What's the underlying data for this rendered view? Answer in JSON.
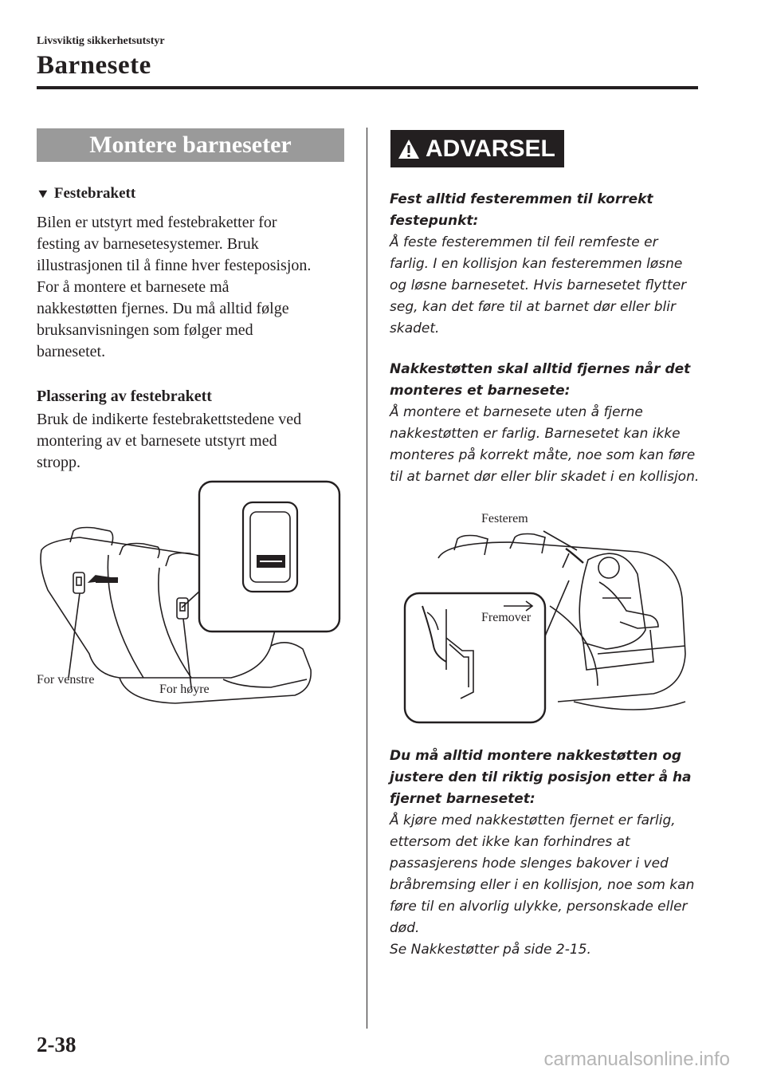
{
  "header": {
    "breadcrumb": "Livsviktig sikkerhetsutstyr",
    "section_title": "Barnesete"
  },
  "left": {
    "heading": "Montere barneseter",
    "subheading": "Festebrakett",
    "paragraph1": "Bilen er utstyrt med festebraketter for\nfesting av barnesetesystemer. Bruk\nillustrasjonen til å finne hver festeposisjon.\nFor å montere et barnesete må\nnakkestøtten fjernes. Du må alltid følge\nbruksanvisningen som følger med\nbarnesetet.",
    "subheading2": "Plassering av festebrakett",
    "paragraph2": "Bruk de indikerte festebrakettstedene ved\nmontering av et barnesete utstyrt med\nstropp.",
    "figure": {
      "label_left": "For venstre",
      "label_right": "For høyre"
    }
  },
  "right": {
    "warning_label": "ADVARSEL",
    "warnings": [
      {
        "title": "Fest alltid festeremmen til korrekt festepunkt:",
        "text": "Å feste festeremmen til feil remfeste er farlig. I en kollisjon kan festeremmen løsne og løsne barnesetet. Hvis barnesetet flytter seg, kan det føre til at barnet dør eller blir skadet."
      },
      {
        "title": "Nakkestøtten skal alltid fjernes når det monteres et barnesete:",
        "text": "Å montere et barnesete uten å fjerne nakkestøtten er farlig. Barnesetet kan ikke monteres på korrekt måte, noe som kan føre til at barnet dør eller blir skadet i en kollisjon."
      },
      {
        "title": "Du må alltid montere nakkestøtten og justere den til riktig posisjon etter å ha fjernet barnesetet:",
        "text": "Å kjøre med nakkestøtten fjernet er farlig, ettersom det ikke kan forhindres at passasjerens hode slenges bakover i ved bråbremsing eller i en kollisjon, noe som kan føre til en alvorlig ulykke, personskade eller død.\nSe Nakkestøtter på side 2-15."
      }
    ],
    "figure": {
      "label_strap": "Festerem",
      "label_forward": "Fremover"
    }
  },
  "footer": {
    "page_number": "2-38",
    "watermark": "carmanualsonline.info"
  }
}
